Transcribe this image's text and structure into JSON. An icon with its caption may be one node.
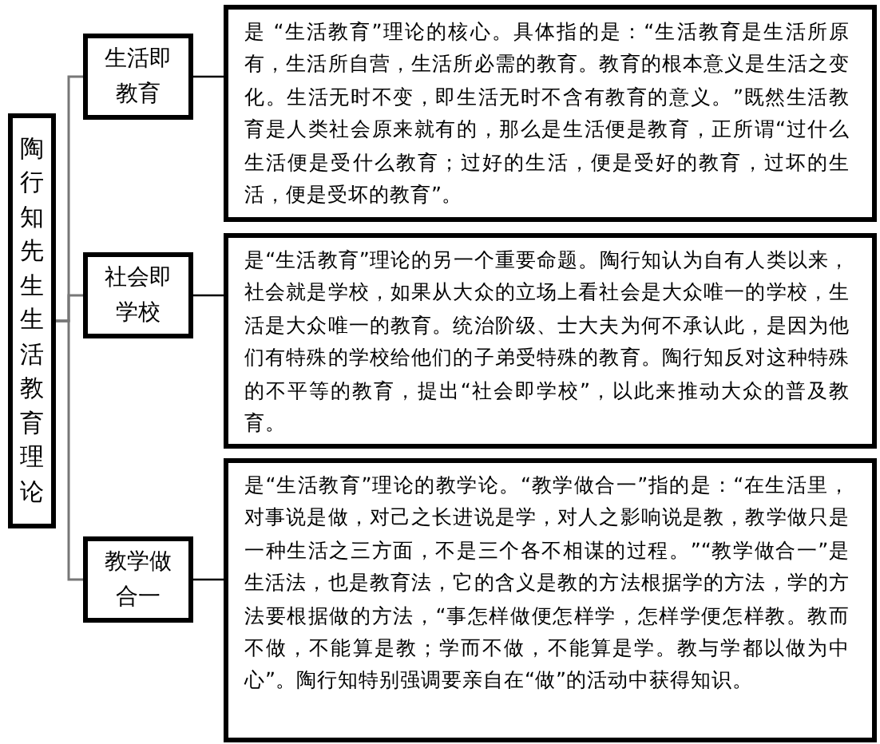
{
  "diagram": {
    "nodes": [
      {
        "text": [
          "陶行知先生生活教育理论"
        ]
      },
      {
        "text": [
          "生活即教育"
        ]
      },
      {
        "text": [
          "社会即学校"
        ]
      },
      {
        "text": [
          "教学做合一"
        ]
      },
      {
        "text": [
          "是 “生活教育”理论的核心。具体指的是：“生活教育是生活所原有，生活所自营，生活所必需的教育。教育的根本意义是生活之变化。生活无时不变，即生活无时不含有教育的意义。”既然生活教育是人类社会原来就有的，那么是生活便是教育，正所谓“过什么生活便是受什么教育；过好的生活，便是受好的教育，过坏的生活，便是受坏的教育”。"
        ]
      },
      {
        "text": [
          "是“生活教育”理论的另一个重要命题。陶行知认为自有人类以来，社会就是学校，如果从大众的立场上看社会是大众唯一的学校，生活是大众唯一的教育。统治阶级、士大夫为何不承认此，是因为他们有特殊的学校给他们的子弟受特殊的教育。陶行知反对这种特殊的不平等的教育，提出“社会即学校”，以此来推动大众的普及教育。"
        ]
      },
      {
        "text": [
          "是“生活教育”理论的教学论。“教学做合一”指的是：“在生活里，对事说是做，对己之长进说是学，对人之影响说是教，教学做只是一种生活之三方面，不是三个各不相谋的过程。”“教学做合一”是生活法，也是教育法，它的含义是教的方法根据学的方法，学的方法要根据做的方法，“事怎样做便怎样学，怎样学便怎样教。教而不做，不能算是教；学而不做，不能算是学。教与学都以做为中心”。陶行知特别强调要亲自在“做”的活动中获得知识。"
        ]
      }
    ],
    "edges": [
      {
        "from": 0,
        "to": 1,
        "arrow": "none"
      },
      {
        "from": 0,
        "to": 2,
        "arrow": "none"
      },
      {
        "from": 0,
        "to": 3,
        "arrow": "none"
      },
      {
        "from": 1,
        "to": 4,
        "arrow": "none",
        "color": "#000000"
      },
      {
        "from": 2,
        "to": 5,
        "arrow": "none",
        "color": "#000000"
      },
      {
        "from": 3,
        "to": 6,
        "arrow": "none",
        "color": "#000000"
      }
    ]
  }
}
